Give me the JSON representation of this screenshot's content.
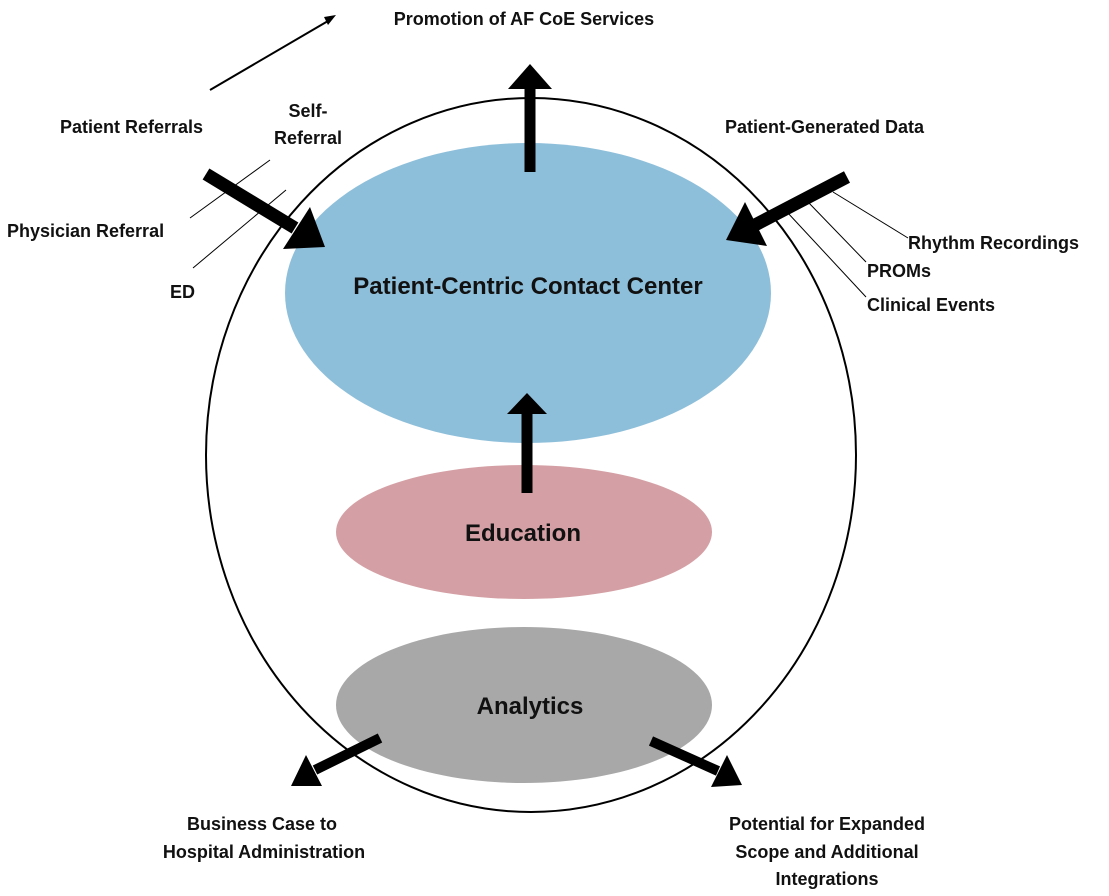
{
  "title": "Promotion of AF CoE Services",
  "nodes": {
    "contact_center": {
      "label": "Patient-Centric Contact Center",
      "color": "#8ebfda"
    },
    "education": {
      "label": "Education",
      "color": "#d4a0a5"
    },
    "analytics": {
      "label": "Analytics",
      "color": "#a8a8a8"
    }
  },
  "inputs": {
    "patient_referrals": {
      "label": "Patient Referrals",
      "sources": [
        {
          "label": "Self-Referral",
          "lines": [
            "Self-",
            "Referral"
          ]
        },
        {
          "label": "Physician Referral"
        },
        {
          "label": "ED"
        }
      ]
    },
    "patient_generated_data": {
      "label": "Patient-Generated Data",
      "sources": [
        {
          "label": "Rhythm Recordings"
        },
        {
          "label": "PROMs"
        },
        {
          "label": "Clinical Events"
        }
      ]
    }
  },
  "outputs": {
    "business_case": {
      "lines": [
        "Business Case to",
        "Hospital Administration"
      ]
    },
    "expanded_scope": {
      "lines": [
        "Potential for Expanded",
        "Scope and Additional",
        "Integrations"
      ]
    }
  }
}
